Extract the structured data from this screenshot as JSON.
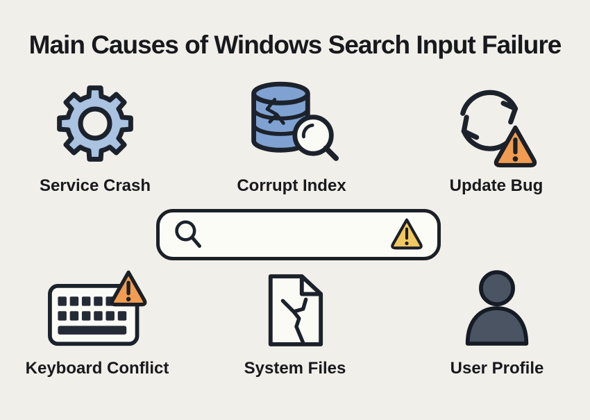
{
  "title": "Main Causes of Windows Search Input Failure",
  "causes": [
    {
      "label": "Service Crash",
      "icon": "gear-icon"
    },
    {
      "label": "Corrupt Index",
      "icon": "database-magnifier-icon"
    },
    {
      "label": "Update Bug",
      "icon": "sync-warning-icon"
    },
    {
      "label": "Keyboard Conflict",
      "icon": "keyboard-warning-icon"
    },
    {
      "label": "System Files",
      "icon": "broken-file-icon"
    },
    {
      "label": "User Profile",
      "icon": "user-icon"
    }
  ],
  "search_bar": {
    "value": "",
    "left_icon": "magnifier-icon",
    "right_icon": "warning-triangle-icon"
  },
  "colors": {
    "background": "#f1efe9",
    "text": "#17191d",
    "outline": "#1c222c",
    "gear_blue": "#a9c3e1",
    "database_blue": "#7fa2d2",
    "warning_orange": "#f09d52",
    "warning_yellow": "#f2c863",
    "user_slate": "#4a5462",
    "icon_white": "#fbfbf6"
  }
}
